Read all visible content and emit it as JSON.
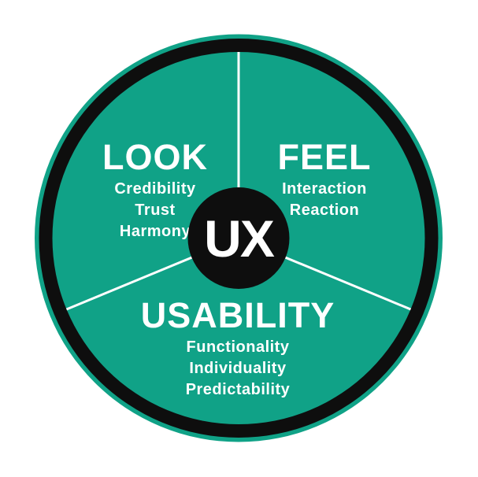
{
  "colors": {
    "teal": "#10a287",
    "ring_black": "#0e0e0e",
    "line_white": "#ffffff"
  },
  "center": {
    "label": "UX"
  },
  "sectors": {
    "look": {
      "title": "LOOK",
      "items": [
        "Credibility",
        "Trust",
        "Harmony"
      ]
    },
    "feel": {
      "title": "FEEL",
      "items": [
        "Interaction",
        "Reaction"
      ]
    },
    "usability": {
      "title": "USABILITY",
      "items": [
        "Functionality",
        "Individuality",
        "Predictability"
      ]
    }
  }
}
